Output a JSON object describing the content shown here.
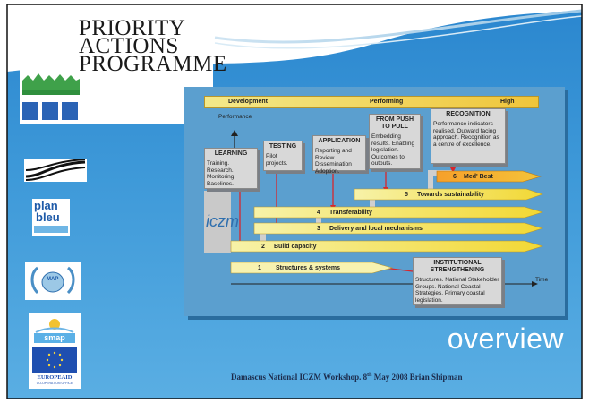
{
  "logo": {
    "line1": "PRIORITY",
    "line2": "ACTIONS",
    "line3": "PROGRAMME"
  },
  "side_logos": {
    "plan_bleu_line1": "plan",
    "plan_bleu_line2": "bleu",
    "map_label": "MAP",
    "smap_label": "smap",
    "europeaid_label": "EUROPEAID",
    "europeaid_sub": "CO-OPERATION OFFICE"
  },
  "diagram": {
    "top_bar": {
      "development": "Development",
      "performing": "Performing",
      "high": "High"
    },
    "performance_axis": "Performance",
    "time_axis": "Time",
    "iczm_label": "iczm",
    "boxes": {
      "learning": {
        "title": "LEARNING",
        "body": "Training. Research. Monitoring. Baselines."
      },
      "testing": {
        "title": "TESTING",
        "body": "Pilot projects."
      },
      "application": {
        "title": "APPLICATION",
        "body": "Reporting and Review. Dissemination Adoption."
      },
      "push_pull": {
        "title": "FROM PUSH TO PULL",
        "body": "Embedding results. Enabling legislation. Outcomes to outputs."
      },
      "recognition": {
        "title": "RECOGNITION",
        "body": "Performance indicators realised. Outward facing approach. Recognition as a centre of excellence."
      },
      "institutional": {
        "title": "INSTITUTIONAL STRENGTHENING",
        "body": "Structures. National Stakeholder Groups. National Coastal Strategies. Primary coastal legislation."
      }
    },
    "bars": [
      {
        "num": "6",
        "label": "Med' Best"
      },
      {
        "num": "5",
        "label": "Towards sustainability"
      },
      {
        "num": "4",
        "label": "Transferability"
      },
      {
        "num": "3",
        "label": "Delivery and local mechanisms"
      },
      {
        "num": "2",
        "label": "Build capacity"
      },
      {
        "num": "1",
        "label": "Structures & systems"
      }
    ]
  },
  "overview_title": "overview",
  "footer": {
    "event": "Damascus National ICZM Workshop. 8",
    "superscript": "th",
    "rest": " May 2008  Brian  Shipman"
  }
}
